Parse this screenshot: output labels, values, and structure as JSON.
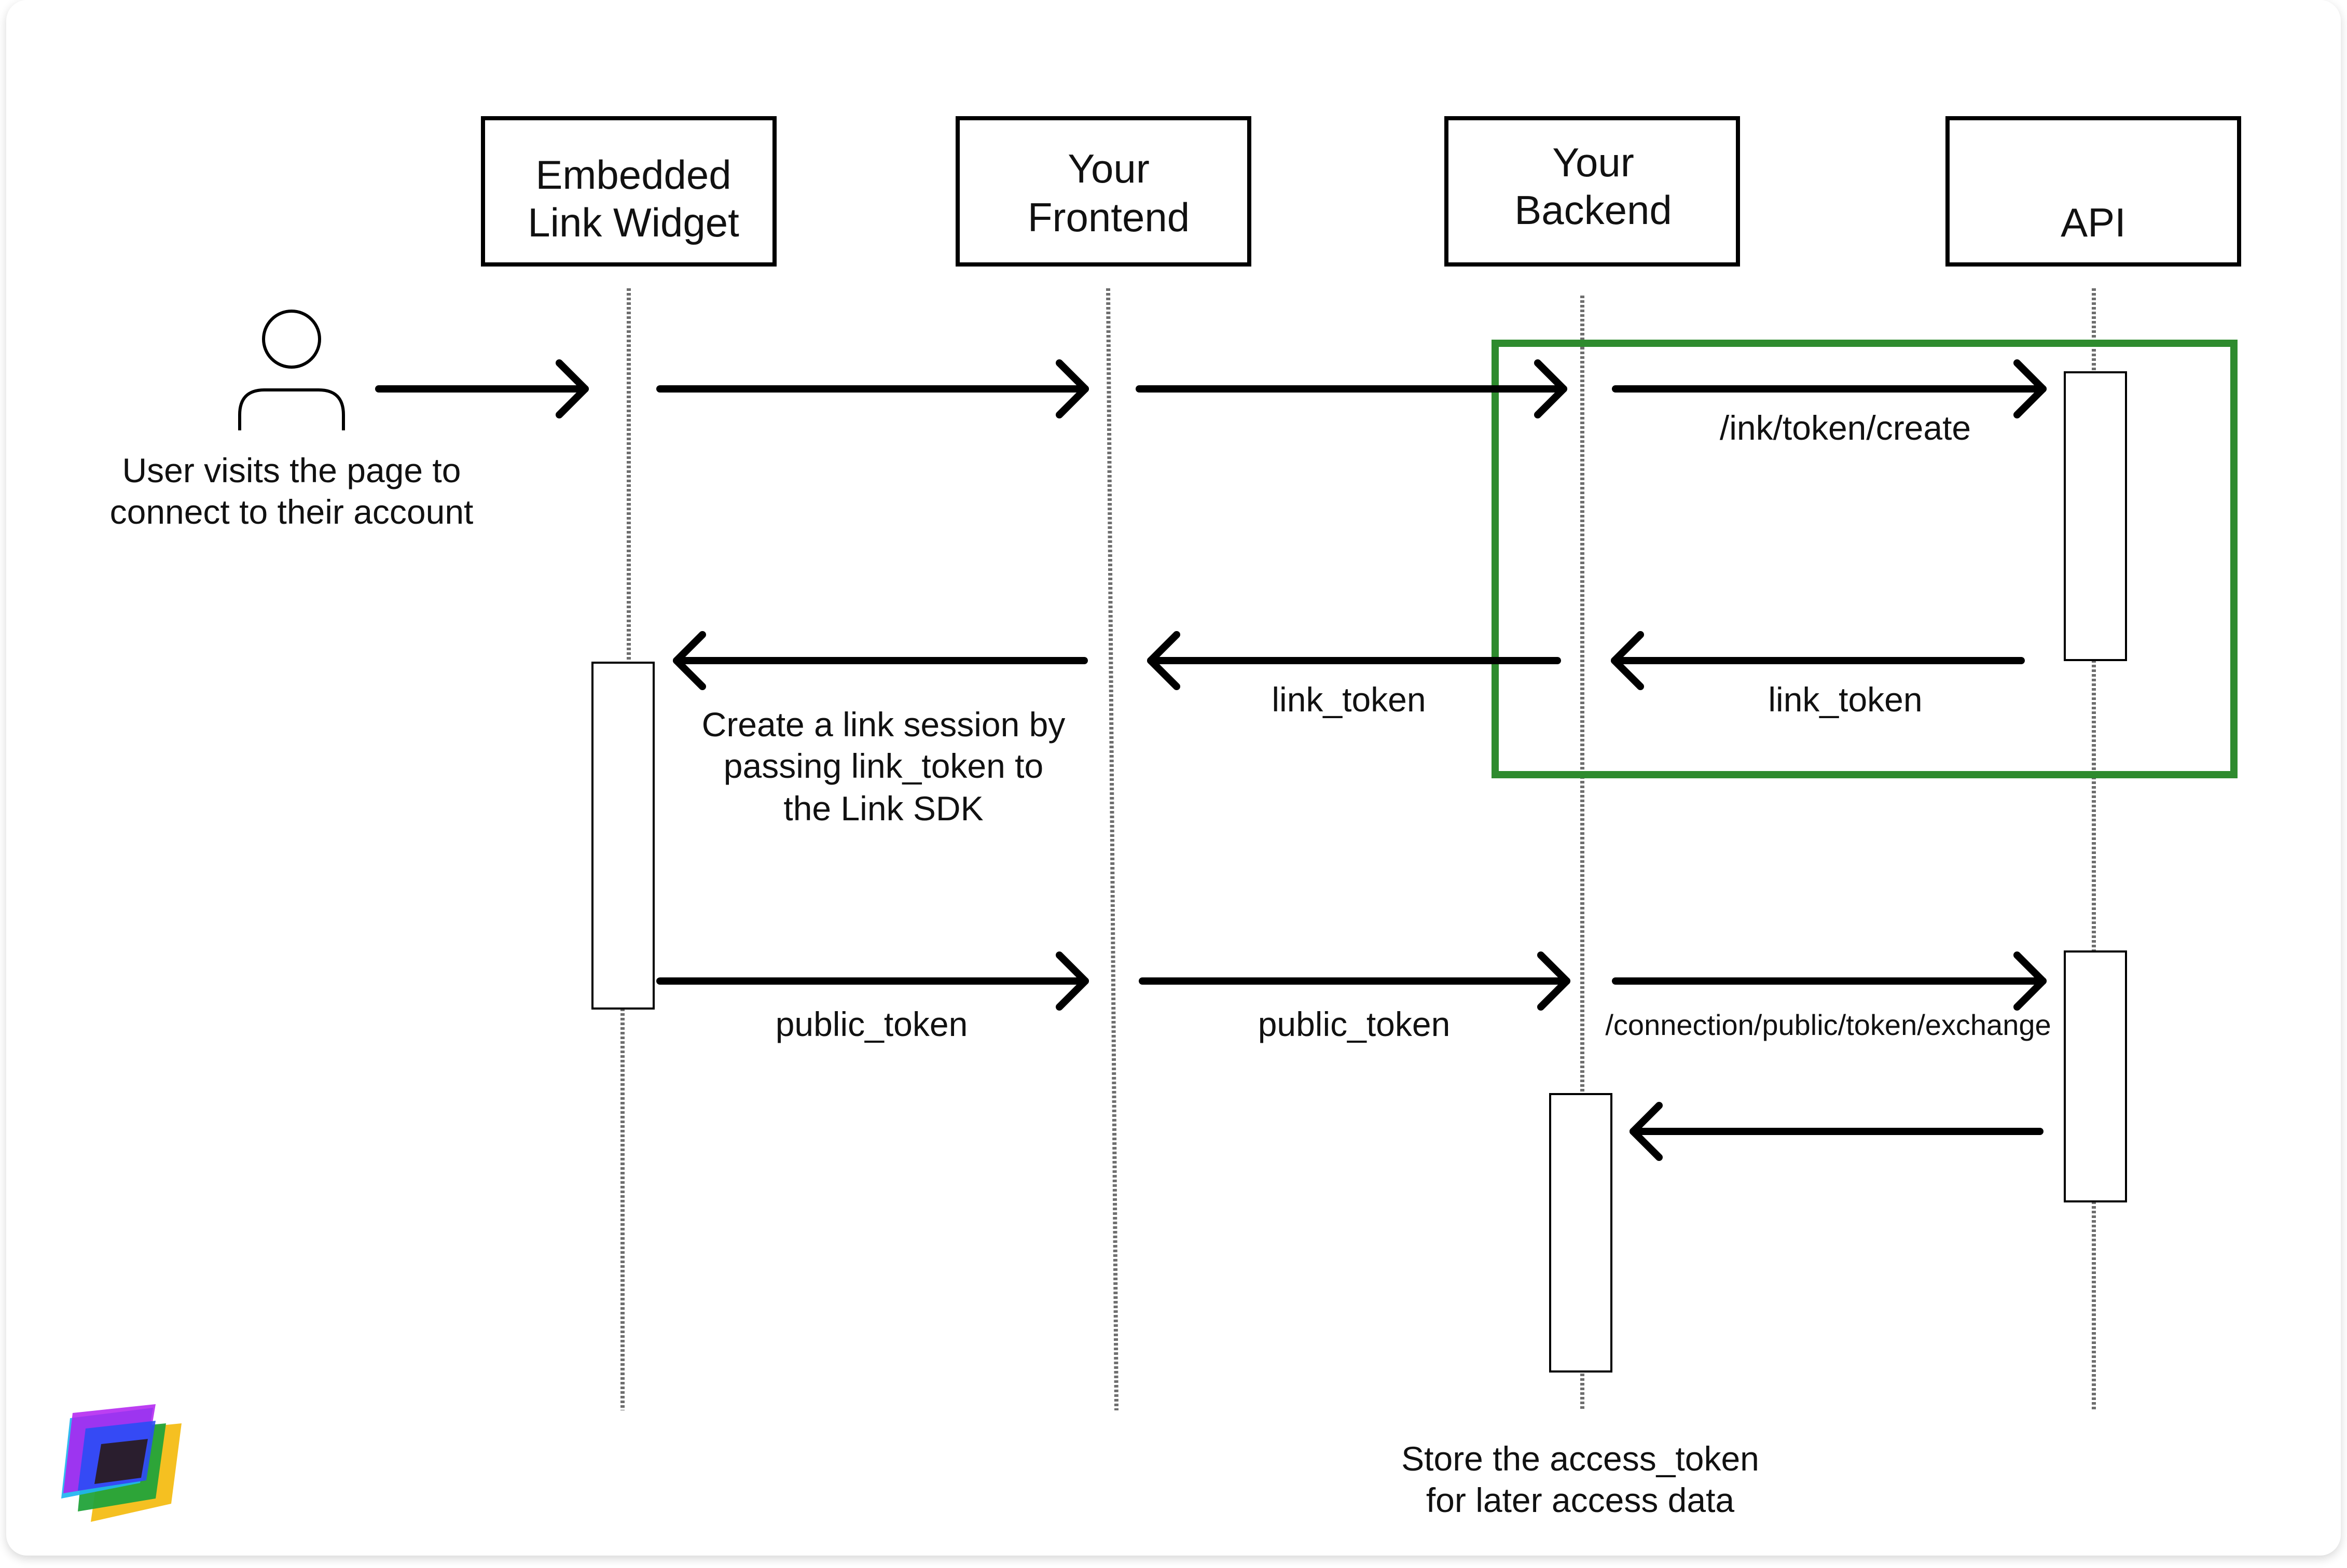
{
  "participants": [
    {
      "id": "widget",
      "line1": "Embedded",
      "line2": "Link Widget"
    },
    {
      "id": "frontend",
      "line1": "Your",
      "line2": "Frontend"
    },
    {
      "id": "backend",
      "line1": "Your",
      "line2": "Backend"
    },
    {
      "id": "api",
      "line1": "",
      "line2": "API"
    }
  ],
  "user": {
    "caption_line1": "User visits the page to",
    "caption_line2": "connect to their account"
  },
  "messages": {
    "token_create": "/ink/token/create",
    "link_token_frontend": "link_token",
    "link_token_backend": "link_token",
    "create_session_line1": "Create a link session by",
    "create_session_line2": "passing link_token to",
    "create_session_line3": "the Link SDK",
    "public_token_widget": "public_token",
    "public_token_frontend": "public_token",
    "token_exchange": "/connection/public/token/exchange"
  },
  "store_note": {
    "line1": "Store the access_token",
    "line2": "for later access data"
  },
  "colors": {
    "highlight": "#2e8b2e",
    "stroke": "#000000",
    "lifeline": "#777777",
    "logo_purple": "#b01df0",
    "logo_blue": "#2a4cf5",
    "logo_cyan": "#1fb5f0",
    "logo_green": "#22a33a",
    "logo_yellow": "#f5c021",
    "logo_dark": "#2a1e2e"
  }
}
